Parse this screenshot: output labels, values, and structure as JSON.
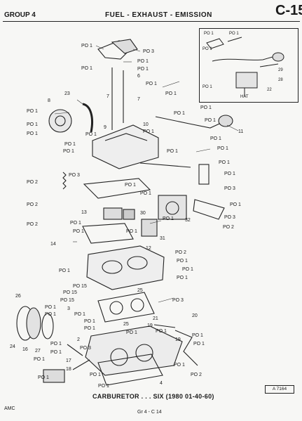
{
  "header": {
    "group": "GROUP 4",
    "title": "FUEL - EXHAUST - EMISSION",
    "code": "C-15"
  },
  "labels": {
    "po1": "PO 1",
    "po2": "PO 2",
    "po3": "PO 3",
    "po15": "PO 15",
    "n2": "2",
    "n3": "3",
    "n4": "4",
    "n6": "6",
    "n7": "7",
    "n8": "8",
    "n9": "9",
    "n10": "10",
    "n11": "11",
    "n12": "12",
    "n13": "13",
    "n14": "14",
    "n16": "16",
    "n17": "17",
    "n18": "18",
    "n19": "19",
    "n20": "20",
    "n21": "21",
    "n22": "22",
    "n23": "23",
    "n24": "24",
    "n25": "25",
    "n26": "26",
    "n27": "27",
    "n28": "28",
    "n29": "29",
    "n30": "30",
    "n31": "31",
    "n32": "32"
  },
  "inset": {
    "hat": "HAT"
  },
  "caption": "CARBURETOR . . . SIX (1980 01-40-60)",
  "reference": "A 7164",
  "footer": {
    "left": "AMC",
    "center": "Gr 4 - C 14"
  }
}
